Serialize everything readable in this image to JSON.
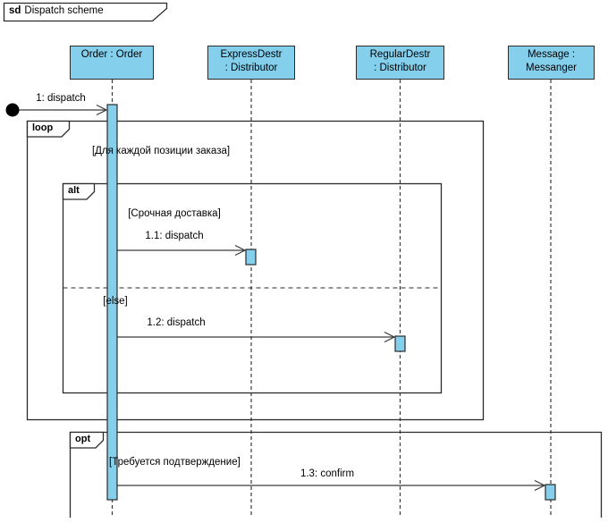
{
  "frame": {
    "keyword": "sd",
    "title": "Dispatch scheme"
  },
  "lifelines": [
    {
      "line1": "Order : Order",
      "line2": ""
    },
    {
      "line1": "ExpressDestr",
      "line2": ": Distributor"
    },
    {
      "line1": "RegularDestr",
      "line2": ": Distributor"
    },
    {
      "line1": "Message :",
      "line2": "Messanger"
    }
  ],
  "fragments": [
    {
      "operator": "loop",
      "guard": "[Для каждой позиции заказа]"
    },
    {
      "operator": "alt",
      "guard": "[Срочная доставка]",
      "else_guard": "[else]"
    },
    {
      "operator": "opt",
      "guard": "[Требуется подтверждение]"
    }
  ],
  "messages": [
    {
      "label": "1: dispatch"
    },
    {
      "label": "1.1: dispatch"
    },
    {
      "label": "1.2: dispatch"
    },
    {
      "label": "1.3: confirm"
    }
  ],
  "colors": {
    "lifeline_fill": "#84CFEC",
    "border": "#2b2b2b",
    "line": "#3a3a3a",
    "background": "#ffffff"
  }
}
